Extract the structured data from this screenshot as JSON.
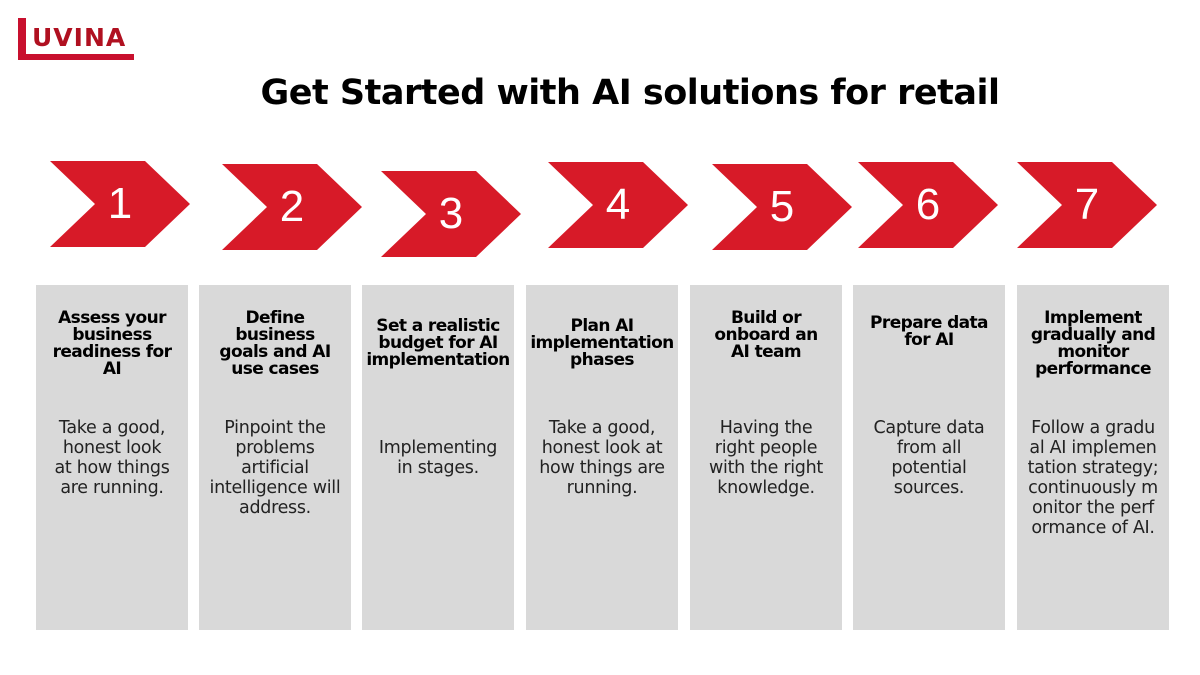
{
  "brand": {
    "logo_text": "UVINA"
  },
  "title": "Get Started with AI solutions for retail",
  "colors": {
    "accent": "#d71a28",
    "card": "#d9d9d9"
  },
  "steps": [
    {
      "number": "1",
      "heading": "Assess your business readiness for AI",
      "description": "Take a good, honest look at how things are running."
    },
    {
      "number": "2",
      "heading": "Define business goals and AI use cases",
      "description": "Pinpoint the problems artificial intelligence will address."
    },
    {
      "number": "3",
      "heading": "Set a realistic budget for AI implementation",
      "description": "Implementing in stages."
    },
    {
      "number": "4",
      "heading": "Plan AI implementation phases",
      "description": "Take a good, honest look at how things are running."
    },
    {
      "number": "5",
      "heading": "Build or onboard an AI team",
      "description": "Having the right people with the right knowledge."
    },
    {
      "number": "6",
      "heading": "Prepare data for AI",
      "description": "Capture data from all potential sources."
    },
    {
      "number": "7",
      "heading": "Implement gradually and monitor performance",
      "description": "Follow a gradual AI implementation strategy; continuously monitor the performance of AI."
    }
  ]
}
